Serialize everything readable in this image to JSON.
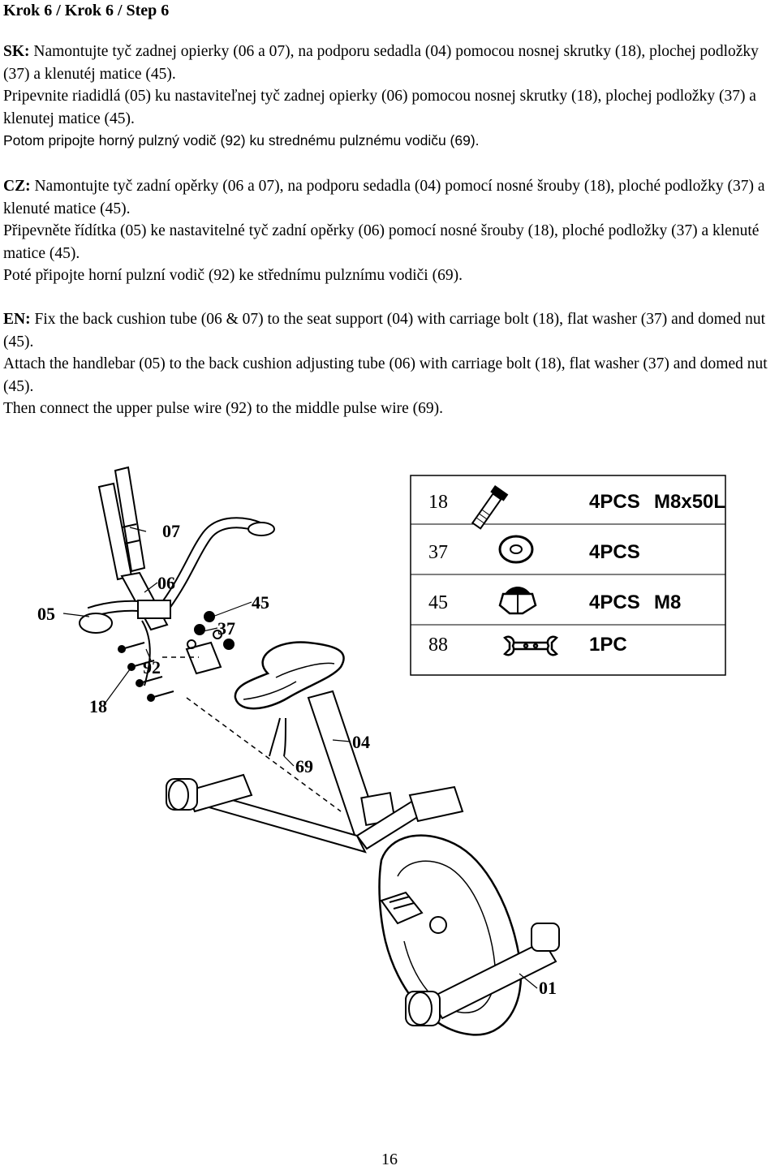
{
  "heading": "Krok 6 / Krok 6 / Step 6",
  "sk": {
    "label": "SK:",
    "line1": " Namontujte tyč zadnej opierky (06 a 07), na podporu sedadla (04) pomocou nosnej skrutky (18), plochej podložky (37) a klenutéj matice (45).",
    "line2": "Pripevnite riadidlá (05) ku nastaviteľnej tyč zadnej opierky (06) pomocou nosnej skrutky (18), plochej podložky (37) a klenutej matice (45).",
    "line3": "Potom pripojte horný pulzný vodič (92) ku strednému pulznému vodiču (69)."
  },
  "cz": {
    "label": "CZ:",
    "line1": " Namontujte tyč zadní opěrky (06 a 07), na podporu sedadla (04) pomocí nosné šrouby (18), ploché podložky (37) a klenuté matice (45).",
    "line2": "Připevněte řídítka (05) ke nastavitelné tyč zadní opěrky (06) pomocí nosné šrouby (18), ploché podložky (37) a klenuté matice (45).",
    "line3": "Poté připojte horní pulzní vodič (92) ke střednímu pulznímu vodiči (69)."
  },
  "en": {
    "label": "EN:",
    "line1": " Fix the back cushion tube (06 & 07) to the seat support (04) with carriage bolt (18), flat washer (37) and domed nut (45).",
    "line2": "Attach the handlebar (05) to the back cushion adjusting tube (06) with carriage bolt (18), flat washer (37) and domed nut (45).",
    "line3": "Then connect the upper pulse wire (92) to the middle pulse wire (69)."
  },
  "callouts": {
    "c07": "07",
    "c06": "06",
    "c05": "05",
    "c45": "45",
    "c37": "37",
    "c92": "92",
    "c18": "18",
    "c04": "04",
    "c69": "69",
    "c01": "01"
  },
  "parts": [
    {
      "num": "18",
      "qty": "4PCS",
      "size": "M8x50L",
      "icon": "carriage-bolt-icon"
    },
    {
      "num": "37",
      "qty": "4PCS",
      "size": "",
      "icon": "flat-washer-icon"
    },
    {
      "num": "45",
      "qty": "4PCS",
      "size": "M8",
      "icon": "domed-nut-icon"
    },
    {
      "num": "88",
      "qty": "1PC",
      "size": "",
      "icon": "wrench-icon"
    }
  ],
  "page_number": "16"
}
